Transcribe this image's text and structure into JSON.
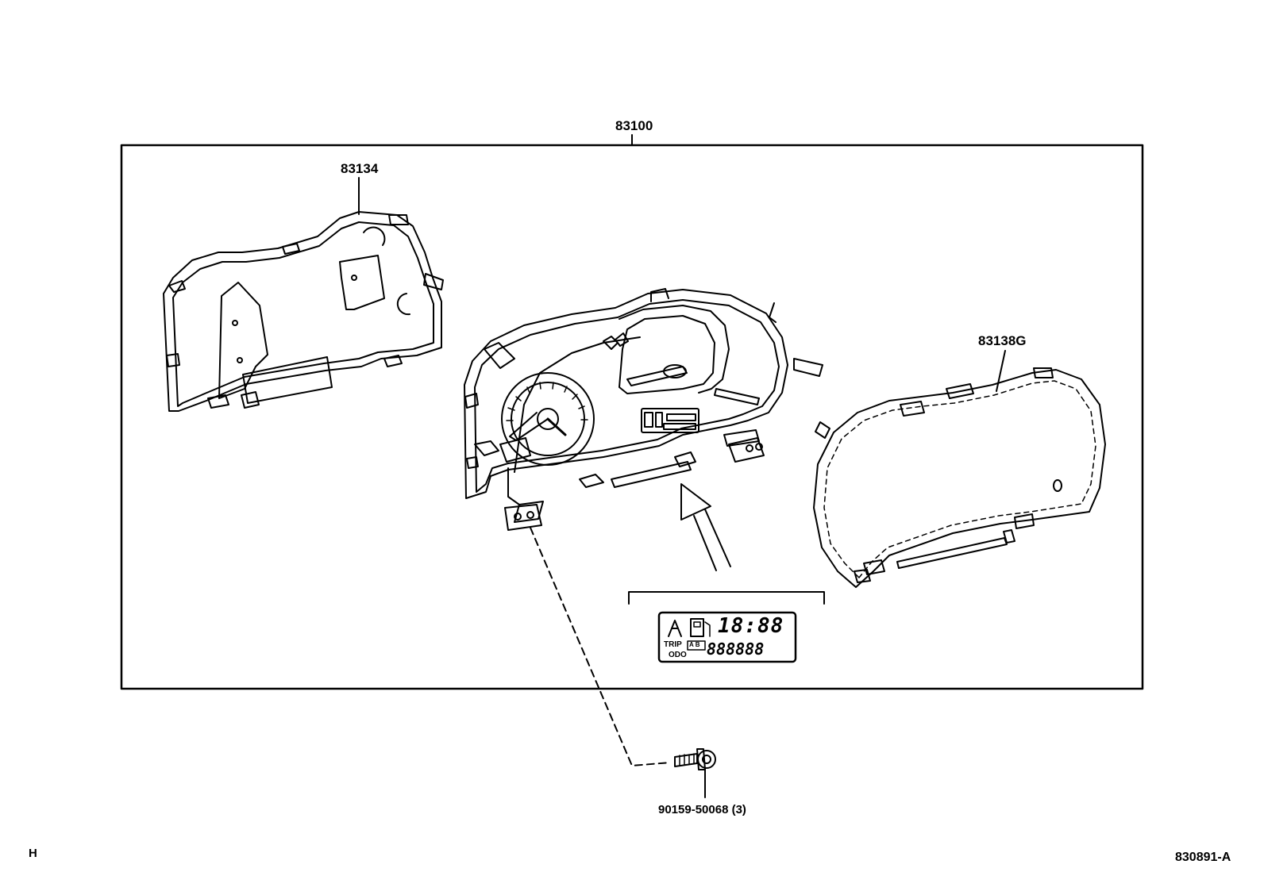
{
  "labels": {
    "assembly": "83100",
    "back_case": "83134",
    "glass": "83138G",
    "screw": "90159-50068 (3)",
    "corner_left": "H",
    "figure_id": "830891-A"
  },
  "lcd_detail": {
    "clock": "18:88",
    "odometer": "888888",
    "trip": "TRIP",
    "ab": "A B",
    "odo": "ODO"
  }
}
